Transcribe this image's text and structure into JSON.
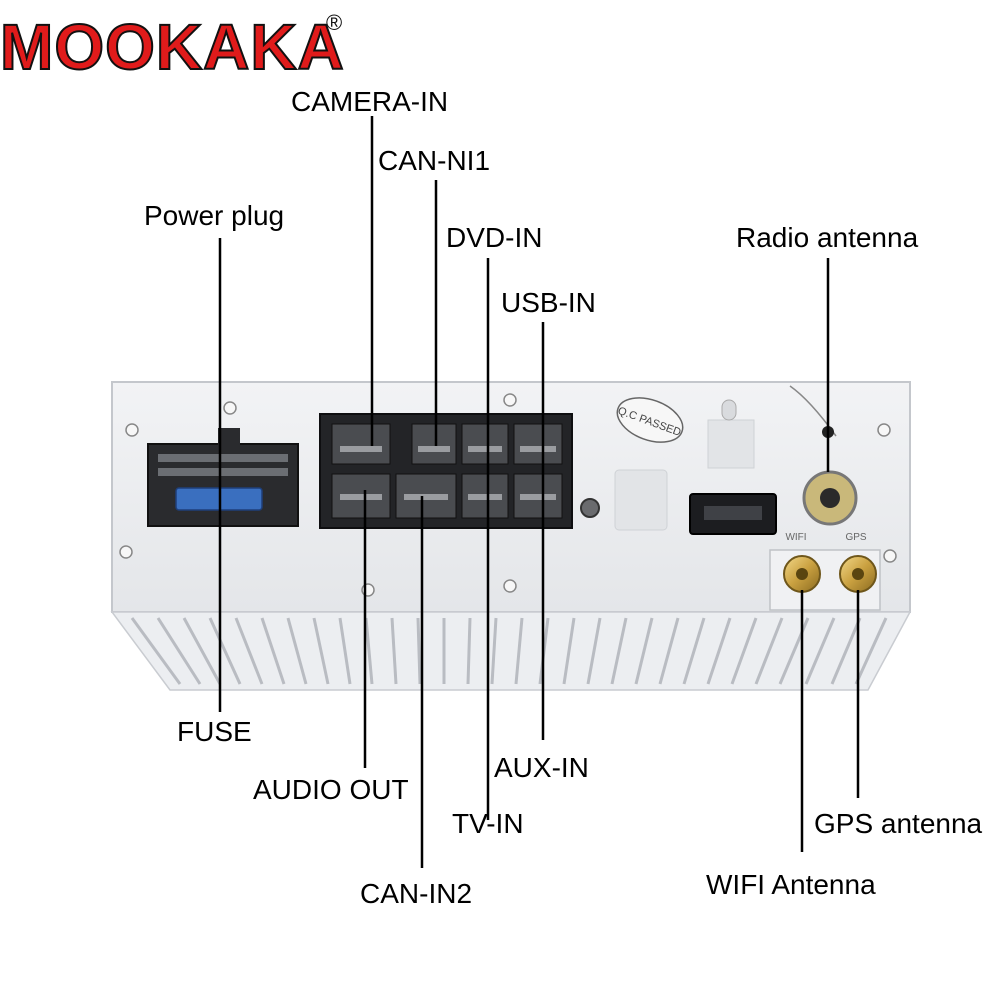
{
  "brand": {
    "name": "MOOKAKA",
    "registered": "®",
    "color": "#e01b1b"
  },
  "device_markings": {
    "qc": "Q.C PASSED",
    "wifi": "WIFI",
    "gps": "GPS"
  },
  "labels": {
    "camera_in": "CAMERA-IN",
    "can_ni1": "CAN-NI1",
    "dvd_in": "DVD-IN",
    "usb_in": "USB-IN",
    "power_plug": "Power plug",
    "radio_antenna": "Radio antenna",
    "fuse": "FUSE",
    "audio_out": "AUDIO OUT",
    "tv_in": "TV-IN",
    "aux_in": "AUX-IN",
    "can_in2": "CAN-IN2",
    "gps_antenna": "GPS antenna",
    "wifi_antenna": "WIFI Antenna"
  }
}
